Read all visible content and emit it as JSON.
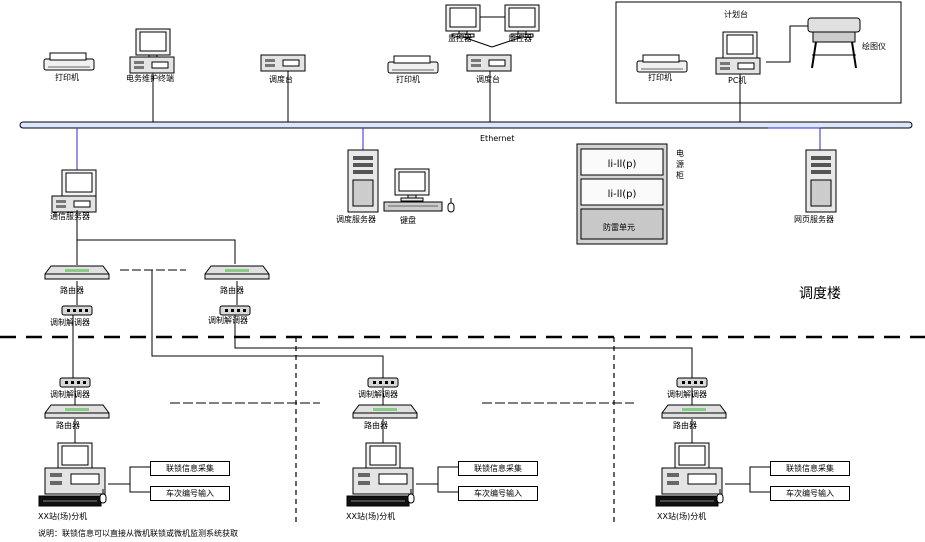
{
  "labels": {
    "printer": "打印机",
    "maint_terminal": "电务维护终端",
    "console": "调度台",
    "monitor": "监控器",
    "planning": "计划台",
    "pc": "PC机",
    "plotter": "绘图仪",
    "ethernet": "Ethernet",
    "comm_server": "通信服务器",
    "dispatch_server": "调度服务器",
    "keyboard": "键盘",
    "power_cabinet": "电源柜",
    "ups": "防雷单元",
    "web_server": "网页服务器",
    "building": "调度楼",
    "router": "路由器",
    "modem": "调制解调器",
    "signal_collect": "联锁信息采集",
    "train_input": "车次编号输入",
    "station": "XX站(场)分机",
    "note": "说明：联锁信息可以直接从微机联锁或微机监测系统获取"
  }
}
